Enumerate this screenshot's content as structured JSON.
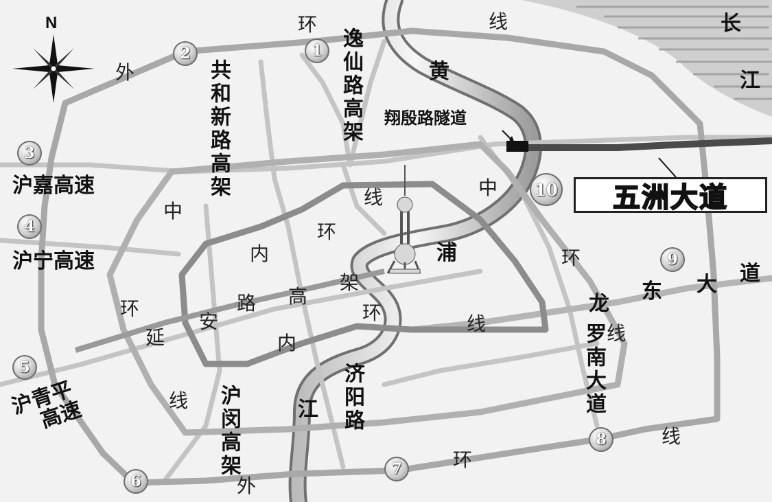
{
  "compass": {
    "north": "N"
  },
  "numbers": [
    "1",
    "2",
    "3",
    "4",
    "5",
    "6",
    "7",
    "8",
    "9",
    "10"
  ],
  "highlight_road": "五洲大道",
  "tunnel": "翔殷路隧道",
  "rivers": {
    "huangpu": [
      "黄",
      "浦",
      "江"
    ],
    "changjiang": [
      "长",
      "江"
    ]
  },
  "roads": {
    "yixian": "逸仙路高架",
    "gonghexin": "共和新路高架",
    "yanan": [
      "延",
      "安",
      "路",
      "高",
      "架"
    ],
    "huming": "沪闵高架",
    "jiyang": "济阳路",
    "luoshan": "罗南大道",
    "longdong": [
      "龙",
      "东",
      "大",
      "道"
    ]
  },
  "expressways": {
    "hujia": "沪嘉高速",
    "huning": "沪宁高速",
    "huqingping": [
      "沪青平",
      "高速"
    ]
  },
  "ring_labels": {
    "outer_1": "环",
    "outer_2": "线",
    "outer_3": "外",
    "outer_4": "外",
    "outer_5": "环",
    "outer_6": "线",
    "middle_1": "中",
    "middle_2": "中",
    "middle_3": "环",
    "middle_4": "环",
    "middle_5": "线",
    "middle_6": "线",
    "inner_1": "内",
    "inner_2": "环",
    "inner_3": "线",
    "inner_4": "内",
    "inner_5": "环",
    "inner_6": "线"
  }
}
